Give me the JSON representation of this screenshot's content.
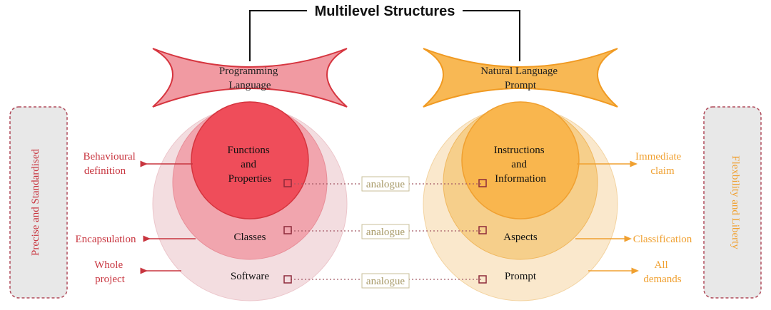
{
  "title": "Multilevel Structures",
  "colors": {
    "red_text": "#c8353f",
    "orange_text": "#f0a030",
    "red_inner": "#ef4d5a",
    "red_mid": "#f1a5ae",
    "red_outer": "#f3dde0",
    "orange_inner": "#f9b64e",
    "orange_mid": "#f6cf8b",
    "orange_outer": "#fae8cc",
    "analogue_text": "#a89a68",
    "side_box_fill": "#e8e8e8",
    "side_box_border": "#b04a5a"
  },
  "left": {
    "header": [
      "Programming",
      "Language"
    ],
    "inner": [
      "Functions",
      "and",
      "Properties"
    ],
    "middle": "Classes",
    "outer": "Software",
    "annotations": [
      [
        "Behavioural",
        "definition"
      ],
      [
        "Encapsulation"
      ],
      [
        "Whole",
        "project"
      ]
    ],
    "side_label": "Precise and Standardised"
  },
  "right": {
    "header": [
      "Natural Language",
      "Prompt"
    ],
    "inner": [
      "Instructions",
      "and",
      "Information"
    ],
    "middle": "Aspects",
    "outer": "Prompt",
    "annotations": [
      [
        "Immediate",
        "claim"
      ],
      [
        "Classification"
      ],
      [
        "All",
        "demands"
      ]
    ],
    "side_label": "Flexbility and Liberty"
  },
  "analogues": [
    "analogue",
    "analogue",
    "analogue"
  ]
}
